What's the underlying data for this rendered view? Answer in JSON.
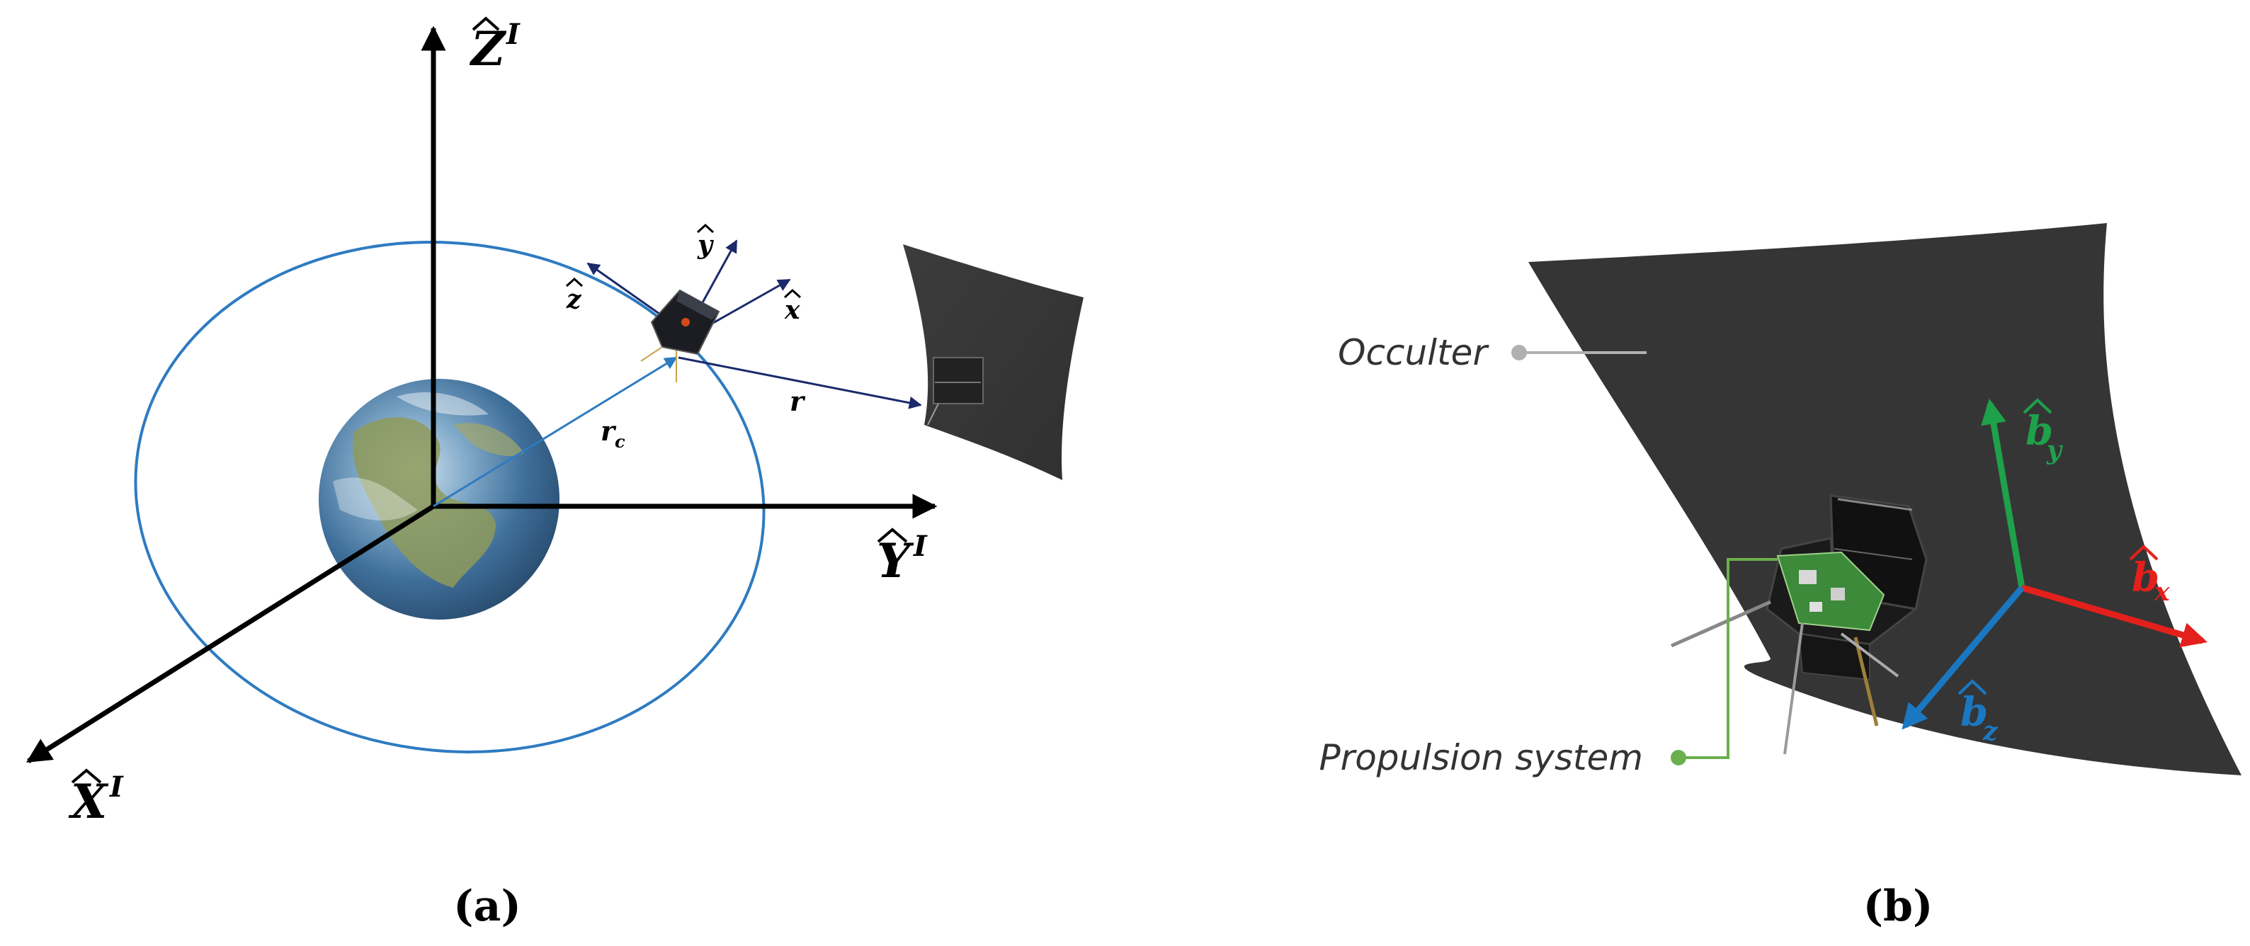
{
  "panel_a": {
    "caption": "(a)",
    "axis_z": "Z",
    "axis_y": "Y",
    "axis_x": "X",
    "axis_superscript": "I",
    "hat": "^",
    "body_x": "x",
    "body_y": "y",
    "body_z": "z",
    "r_c_main": "r",
    "r_c_sub": "c",
    "r_label": "r"
  },
  "panel_b": {
    "caption": "(b)",
    "occulter_label": "Occulter",
    "propulsion_label": "Propulsion system",
    "b_letter": "b",
    "by_sub": "y",
    "bx_sub": "x",
    "bz_sub": "z"
  },
  "colors": {
    "orbit": "#2e7bc1",
    "body_frame": "#1a2a6b",
    "by_axis": "#1fa04a",
    "bx_axis": "#e4201c",
    "bz_axis": "#1a78c2",
    "occulter": "#3a3a3a",
    "propulsion_leader": "#6ab04c",
    "occulter_leader": "#b0b0b0"
  }
}
